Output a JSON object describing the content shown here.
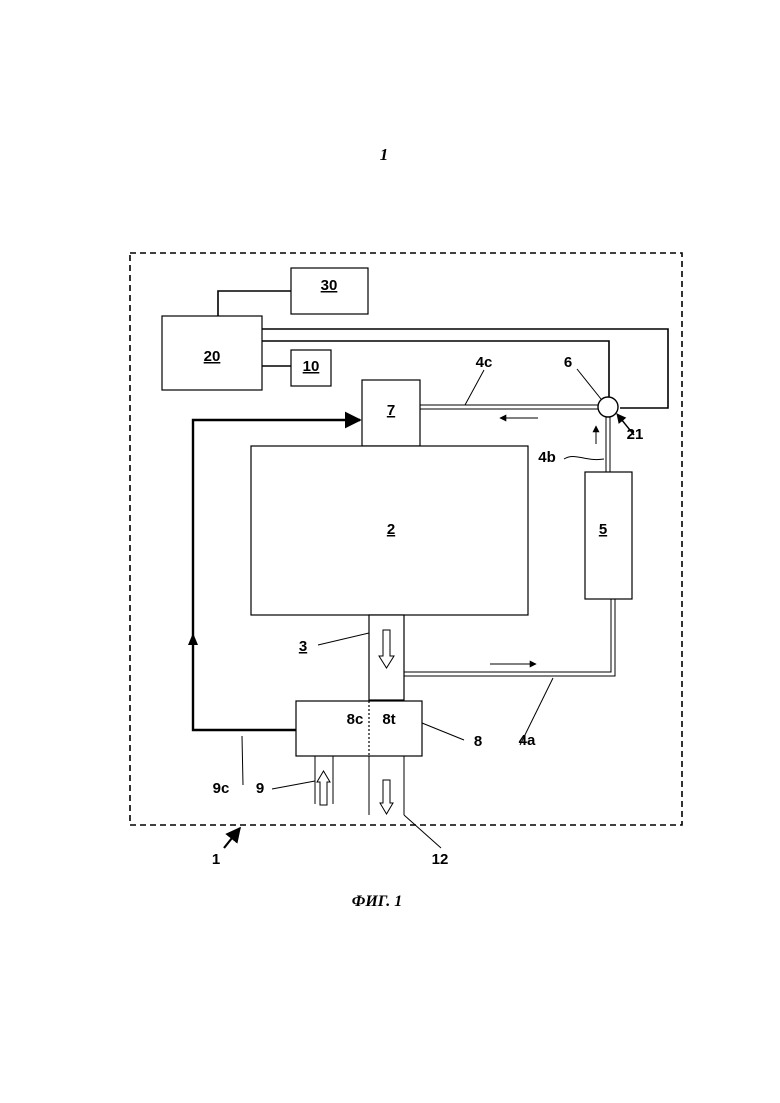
{
  "page_number": "1",
  "caption": "ФИГ. 1",
  "blocks": {
    "controller": "20",
    "block_30": "30",
    "block_10": "10",
    "unit_7": "7",
    "main_2": "2",
    "unit_5": "5"
  },
  "labels": {
    "duct_3": "3",
    "line_4c": "4c",
    "node_6": "6",
    "node_21": "21",
    "line_4b": "4b",
    "line_4a": "4a",
    "exchanger_8": "8",
    "section_8c": "8c",
    "section_8t": "8t",
    "line_9c": "9c",
    "inlet_9": "9",
    "outlet_12": "12",
    "system_1": "1"
  }
}
